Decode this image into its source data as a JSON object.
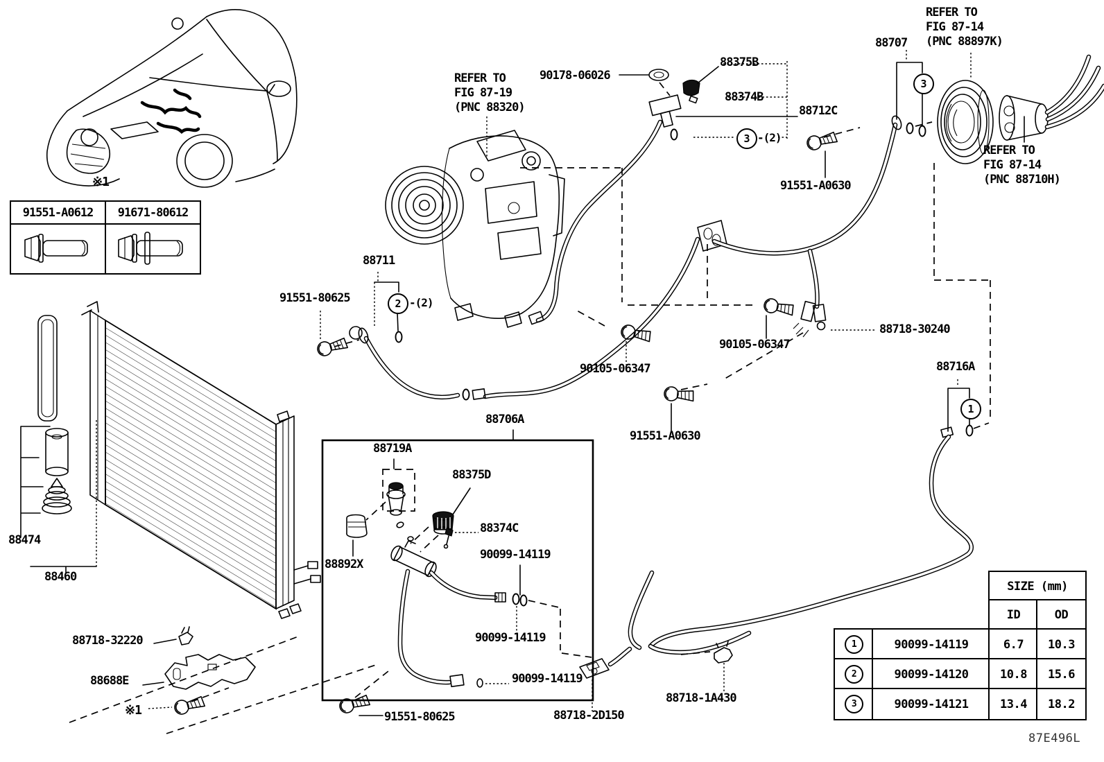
{
  "notes": {
    "top": "※1",
    "bottom": "※1"
  },
  "bolt_table": {
    "columns": [
      "91551-A0612",
      "91671-80612"
    ]
  },
  "badges": {
    "one": "1",
    "two": "2",
    "three": "3"
  },
  "callouts": {
    "refer_fig8719": "REFER TO\nFIG 87-19\n(PNC 88320)",
    "refer_fig8714_k": "REFER TO\nFIG 87-14\n(PNC 88897K)",
    "refer_fig8714_h": "REFER TO\nFIG 87-14\n(PNC 88710H)",
    "p90178_06026": "90178-06026",
    "p88375B": "88375B",
    "p88374B": "88374B",
    "p88712C": "88712C",
    "p88707": "88707",
    "p91551_A0630_upper": "91551-A0630",
    "p88711": "88711",
    "p91551_80625_upper": "91551-80625",
    "p90105_06347_left": "90105-06347",
    "p90105_06347_right": "90105-06347",
    "p88718_30240": "88718-30240",
    "p88716A": "88716A",
    "p91551_A0630_lower": "91551-A0630",
    "p88706A": "88706A",
    "p88719A": "88719A",
    "p88375D": "88375D",
    "p88374C": "88374C",
    "p88892X": "88892X",
    "p90099_14119_top": "90099-14119",
    "p90099_14119_mid": "90099-14119",
    "p90099_14119_bottom": "90099-14119",
    "p88474": "88474",
    "p88460": "88460",
    "p88718_32220": "88718-32220",
    "p88688E": "88688E",
    "p91551_80625_lower": "91551-80625",
    "p88718_2D150": "88718-2D150",
    "p88718_1A430": "88718-1A430",
    "qty_2a": "-(2)",
    "qty_2b": "-(2)"
  },
  "size_table": {
    "title": "SIZE (mm)",
    "id_header": "ID",
    "od_header": "OD",
    "rows": [
      {
        "badge": "1",
        "part": "90099-14119",
        "id": "6.7",
        "od": "10.3"
      },
      {
        "badge": "2",
        "part": "90099-14120",
        "id": "10.8",
        "od": "15.6"
      },
      {
        "badge": "3",
        "part": "90099-14121",
        "id": "13.4",
        "od": "18.2"
      }
    ]
  },
  "footer": {
    "code": "87E496L"
  }
}
